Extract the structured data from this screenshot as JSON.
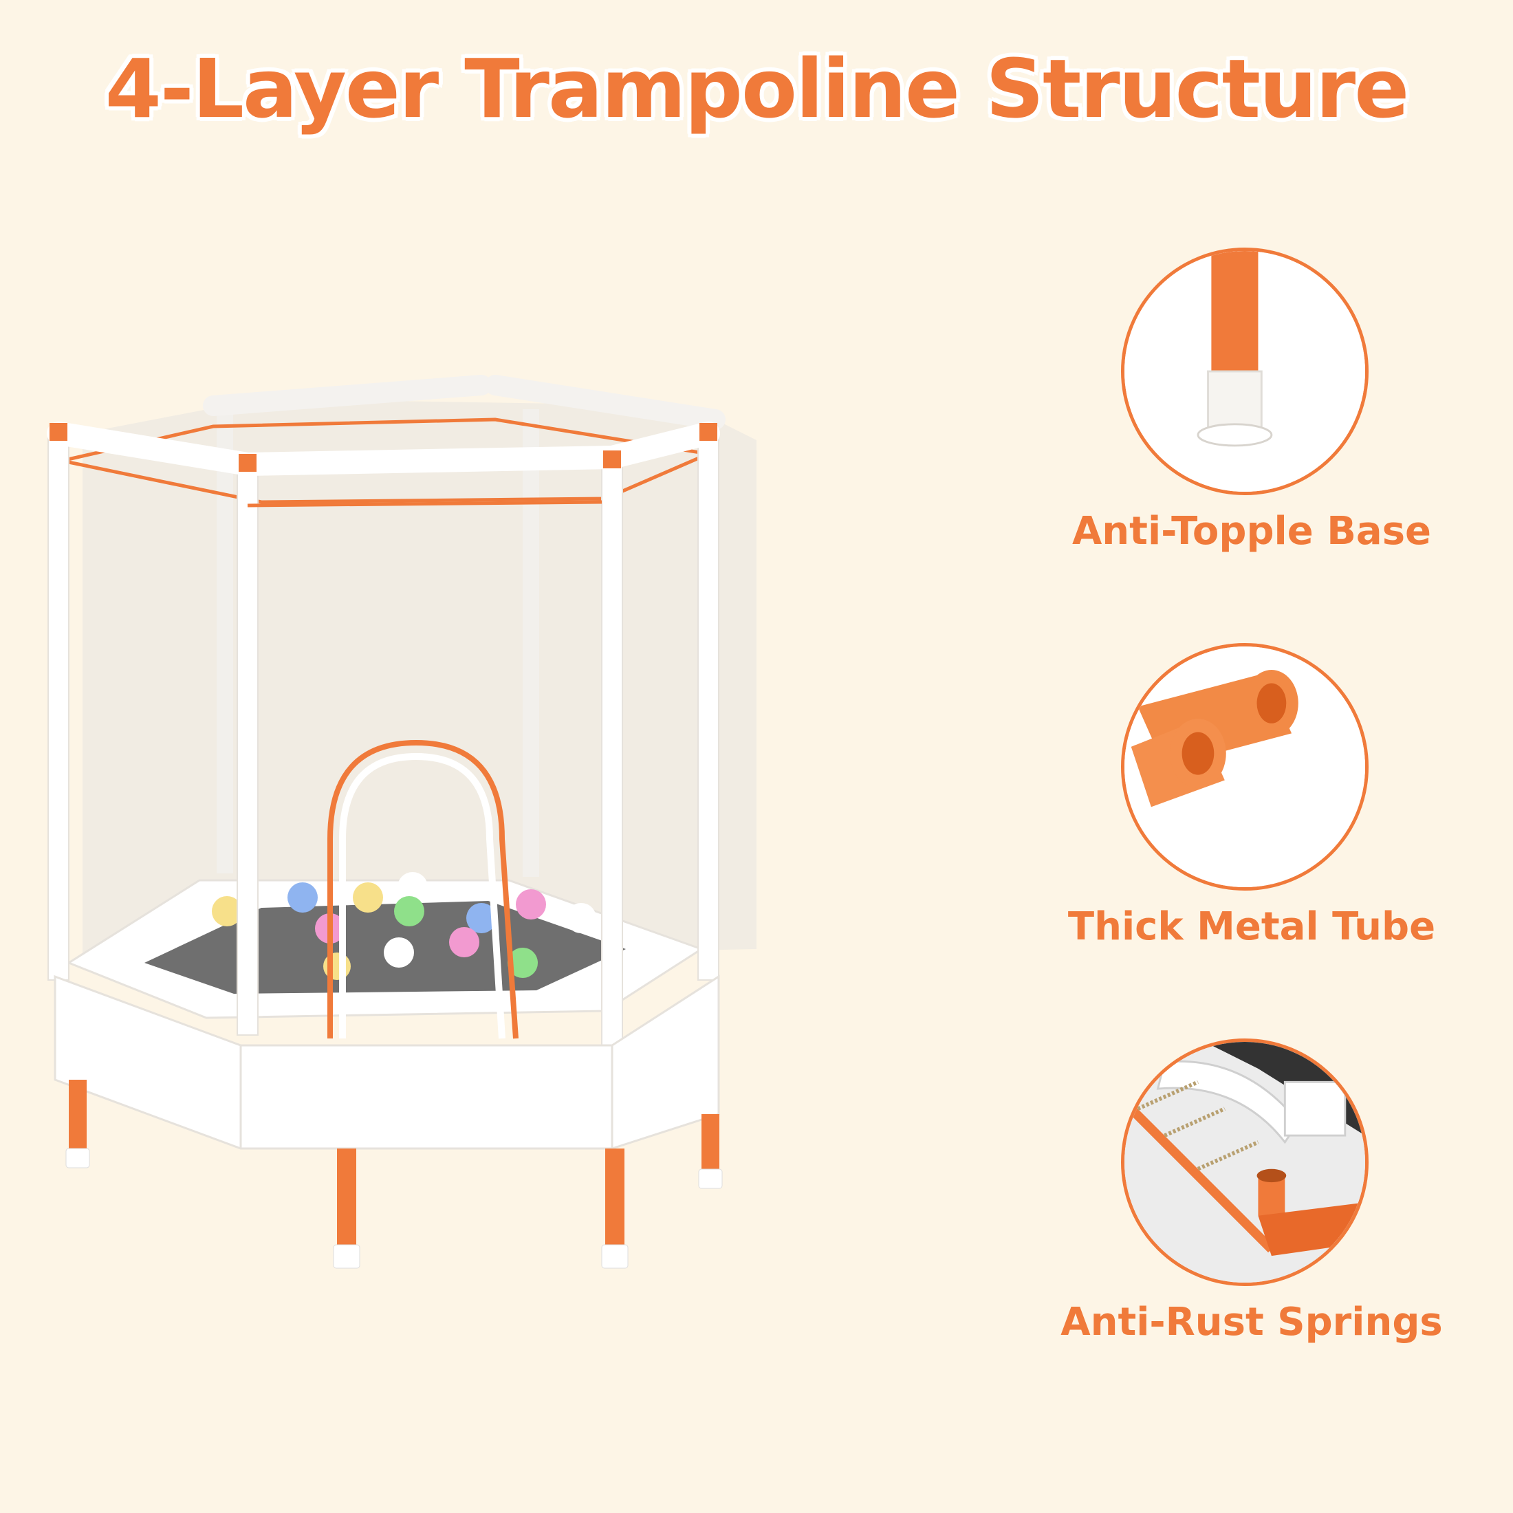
{
  "title": "4-Layer Trampoline Structure",
  "features": [
    {
      "label": "Anti-Topple Base",
      "icon": "anti-topple-base-icon"
    },
    {
      "label": "Thick Metal Tube",
      "icon": "metal-tube-icon"
    },
    {
      "label": "Anti-Rust Springs",
      "icon": "springs-icon"
    }
  ],
  "colors": {
    "accent": "#f07a3a",
    "background": "#fdf5e6",
    "frame": "#ffffff",
    "mat": "#707070"
  }
}
